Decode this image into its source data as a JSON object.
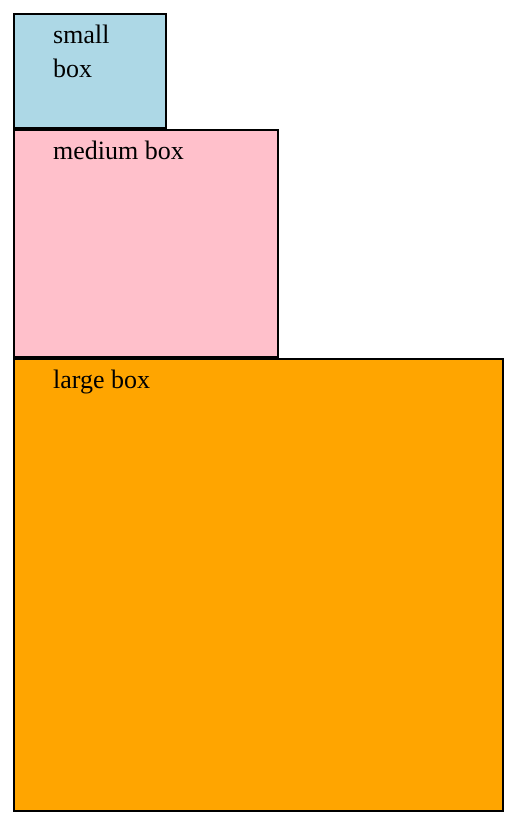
{
  "boxes": {
    "small": {
      "label": "small box",
      "color": "#add8e6"
    },
    "medium": {
      "label": "medium box",
      "color": "#ffc0cb"
    },
    "large": {
      "label": "large box",
      "color": "#ffa500"
    }
  }
}
